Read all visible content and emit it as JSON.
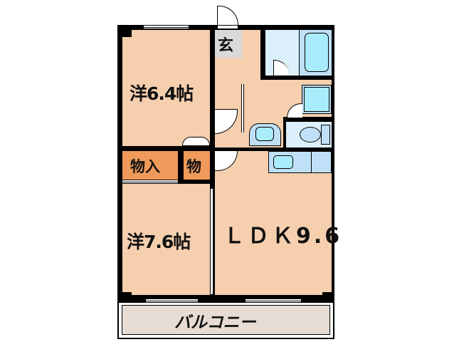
{
  "floor_plan": {
    "rooms": [
      {
        "id": "western-room-1",
        "label": "洋6.4帖",
        "type": "bedroom"
      },
      {
        "id": "western-room-2",
        "label": "洋7.6帖",
        "type": "bedroom"
      },
      {
        "id": "ldk",
        "label": "ＬＤＫ9.6",
        "type": "living-dining-kitchen"
      },
      {
        "id": "entrance",
        "label": "玄",
        "type": "entrance"
      },
      {
        "id": "closet-1",
        "label": "物入",
        "type": "closet"
      },
      {
        "id": "closet-2",
        "label": "物",
        "type": "closet"
      },
      {
        "id": "balcony",
        "label": "バルコニー",
        "type": "balcony"
      }
    ],
    "fixtures": [
      "bathtub-icon",
      "washbasin-icon",
      "toilet-icon",
      "washing-machine-icon",
      "kitchen-sink-icon"
    ],
    "colors": {
      "room": "#f5cfae",
      "wet_area": "#dcf0fb",
      "fixture": "#bfe0f7",
      "closet": "#ef9a5a",
      "entrance": "#d9d9d9",
      "balcony": "#e6dcd3",
      "wall": "#000000"
    }
  }
}
